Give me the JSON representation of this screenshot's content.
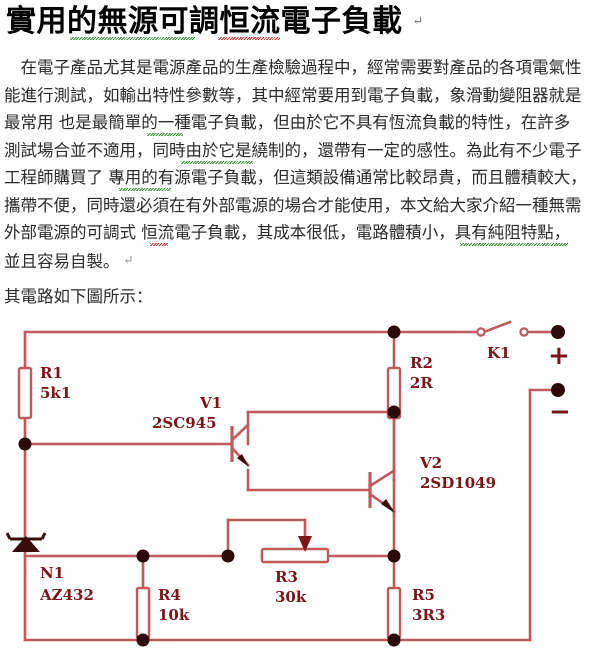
{
  "document": {
    "title": "實用的無源可調恒流電子負載",
    "title_mark": "↵",
    "paragraphs": [
      "　在電子產品尤其是電源產品的生產檢驗過程中，經常需要對產品的各項電氣性",
      "能進行測試，如輸出特性參數等，其中經常要用到電子負載，象滑動變阻器就是",
      "最常用 也是最簡單的一種電子負載，但由於它不具有恆流負載的特性，在許多",
      "測試場合並不適用，同時由於它是繞制的，還帶有一定的感性。為此有不少電子",
      "工程師購買了 專用的有源電子負載，但這類設備通常比較昂貴，而且體積較大，",
      "攜帶不便，同時還必須在有外部電源的場合才能使用，本文給大家介紹一種無需",
      "外部電源的可調式 恒流電子負載，其成本很低，電路體積小，具有純阻特點，",
      "並且容易自製。"
    ],
    "paragraph_end_mark": "↵",
    "closing_line": "其電路如下圖所示："
  },
  "circuit": {
    "line_color": "#c05a5a",
    "node_color": "#3a0d0d",
    "label_color": "#7d1417",
    "components": [
      {
        "ref": "R1",
        "value": "5k1",
        "type": "resistor"
      },
      {
        "ref": "R2",
        "value": "2R",
        "type": "resistor"
      },
      {
        "ref": "R3",
        "value": "30k",
        "type": "potentiometer"
      },
      {
        "ref": "R4",
        "value": "10k",
        "type": "resistor"
      },
      {
        "ref": "R5",
        "value": "3R3",
        "type": "resistor"
      },
      {
        "ref": "V1",
        "value": "2SC945",
        "type": "npn-transistor"
      },
      {
        "ref": "V2",
        "value": "2SD1049",
        "type": "npn-transistor"
      },
      {
        "ref": "N1",
        "value": "AZ432",
        "type": "shunt-regulator"
      },
      {
        "ref": "K1",
        "value": "",
        "type": "switch"
      }
    ],
    "terminals": [
      {
        "name": "positive",
        "symbol": "+"
      },
      {
        "name": "negative",
        "symbol": "−"
      }
    ]
  }
}
